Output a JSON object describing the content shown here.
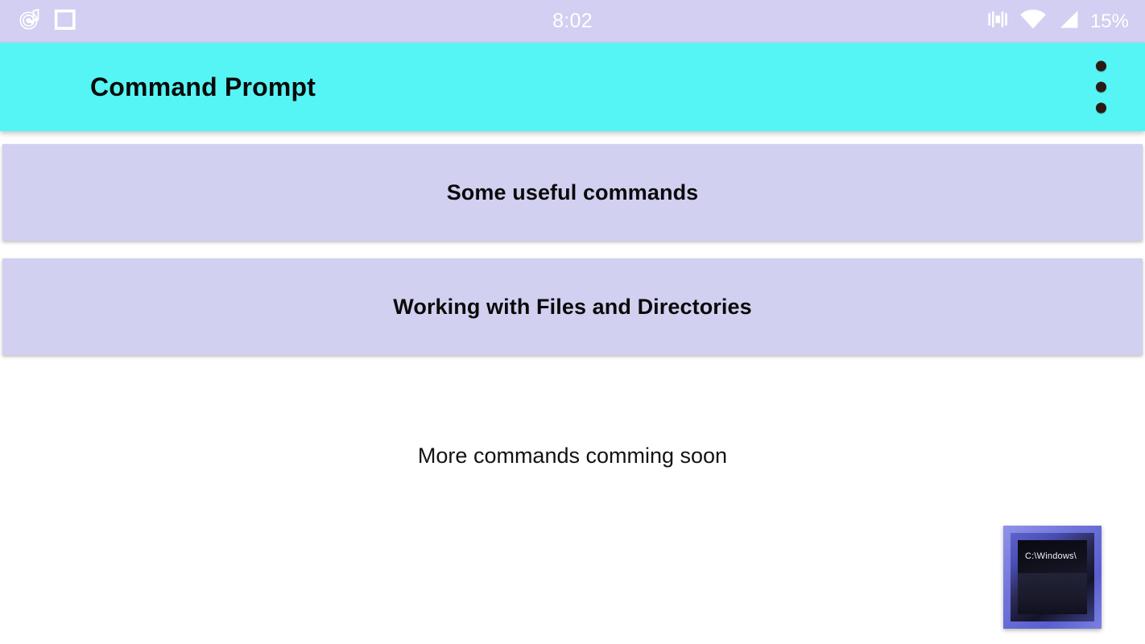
{
  "status_bar": {
    "clock": "8:02",
    "battery_percent": "15%",
    "left_icons": [
      {
        "name": "music-notification-icon",
        "label": "music"
      },
      {
        "name": "square-notification-icon",
        "label": "square"
      }
    ],
    "right_icons": [
      {
        "name": "vibrate-icon",
        "label": "vibrate"
      },
      {
        "name": "wifi-icon",
        "label": "wifi"
      },
      {
        "name": "signal-bars-icon",
        "label": "signal"
      }
    ],
    "background_color": "#d2cff2",
    "text_color": "#ffffff"
  },
  "app_bar": {
    "title": "Command Prompt",
    "background_color": "#56f5f5",
    "title_color": "#0a0a0a",
    "overflow_menu": {
      "name": "overflow-menu-icon",
      "dot_count": 3,
      "dot_color": "#2b1b14"
    }
  },
  "main": {
    "background_color": "#ffffff",
    "cards": [
      {
        "label": "Some useful commands",
        "background_color": "#d2d0f0",
        "text_color": "#0a0a0a"
      },
      {
        "label": "Working with Files and Directories",
        "background_color": "#d2d0f0",
        "text_color": "#0a0a0a"
      }
    ],
    "footer_note": "More commands comming soon",
    "thumbnail": {
      "name": "command-prompt-thumbnail",
      "screen_text": "C:\\Windows\\",
      "frame_color": "#6f73d9",
      "screen_color": "#0d0d16",
      "text_color": "#f2f2f2"
    }
  }
}
